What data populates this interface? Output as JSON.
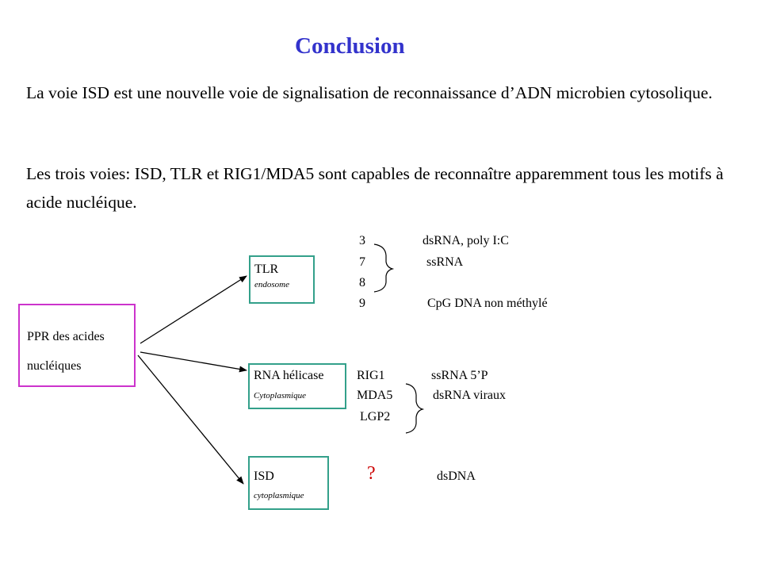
{
  "title": "Conclusion",
  "paragraphs": [
    "La voie ISD est une nouvelle voie de signalisation de reconnaissance d’ADN microbien cytosolique.",
    "Les trois voies: ISD, TLR et RIG1/MDA5 sont capables de reconnaître apparemment tous les motifs à acide nucléique."
  ],
  "ppr": {
    "line1": "PPR des acides",
    "line2": "nucléiques"
  },
  "tlr": {
    "label": "TLR",
    "sublabel": "endosome",
    "rows": [
      {
        "num": "3",
        "ligand": "dsRNA, poly I:C"
      },
      {
        "num": "7",
        "ligand": "ssRNA"
      },
      {
        "num": "8",
        "ligand": ""
      },
      {
        "num": "9",
        "ligand": "CpG DNA non méthylé"
      }
    ]
  },
  "rna": {
    "label": "RNA hélicase",
    "sublabel": "Cytoplasmique",
    "rows": [
      {
        "name": "RIG1",
        "ligand": "ssRNA 5’P"
      },
      {
        "name": "MDA5",
        "ligand": "dsRNA viraux"
      },
      {
        "name": "LGP2",
        "ligand": ""
      }
    ]
  },
  "isd": {
    "label": "ISD",
    "sublabel": "cytoplasmique",
    "unknown": "?",
    "ligand": "dsDNA"
  },
  "colors": {
    "title": "#3333cc",
    "ppr_border": "#cc33cc",
    "pathway_border": "#33a08a",
    "question": "#cc0000"
  }
}
